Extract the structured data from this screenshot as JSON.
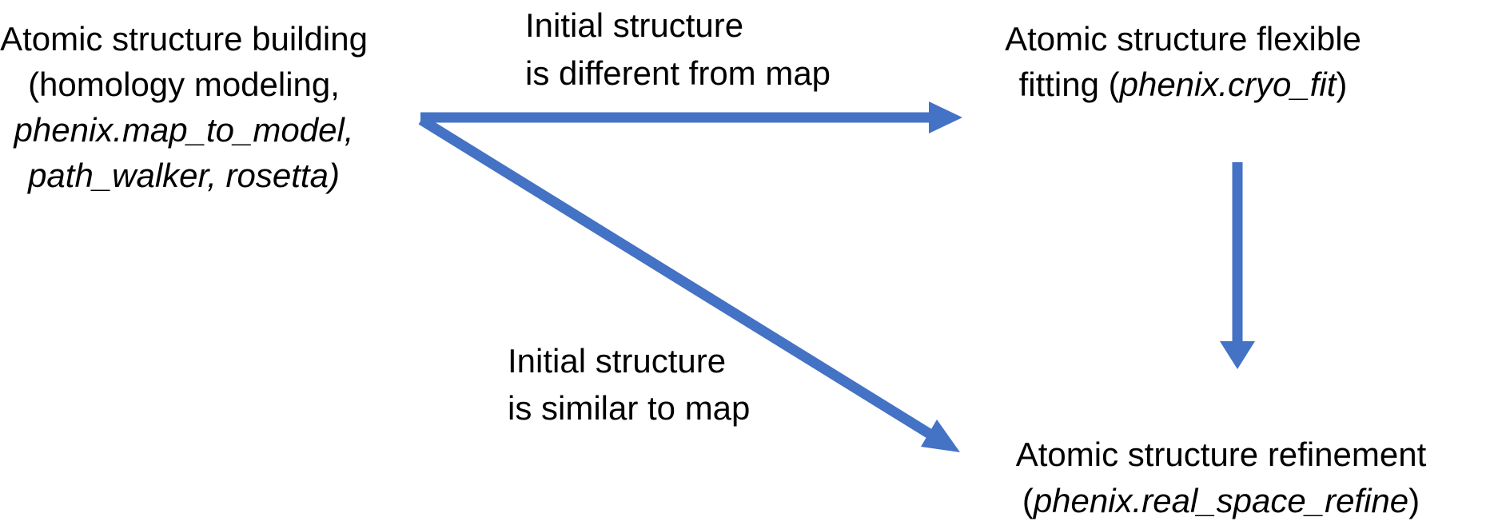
{
  "canvas": {
    "background": "#ffffff",
    "text_color": "#000000",
    "arrow_color": "#4472C4"
  },
  "nodes": {
    "building": {
      "line1": "Atomic structure building",
      "line2": "(homology modeling,",
      "line3": "phenix.map_to_model,",
      "line4": "path_walker, rosetta)"
    },
    "flexible_fitting": {
      "line1": "Atomic structure flexible",
      "line2_pre": "fitting (",
      "line2_italic": "phenix.cryo_fit",
      "line2_post": ")"
    },
    "refinement": {
      "line1": "Atomic structure refinement",
      "line2_pre": "(",
      "line2_italic": "phenix.real_space_refine",
      "line2_post": ")"
    }
  },
  "edge_labels": {
    "different": {
      "line1": "Initial structure",
      "line2": "is different from map"
    },
    "similar": {
      "line1": "Initial structure",
      "line2": "is similar to map"
    }
  },
  "edges": [
    {
      "from": "building",
      "to": "flexible_fitting",
      "condition": "Initial structure is different from map",
      "direction": "right"
    },
    {
      "from": "building",
      "to": "refinement",
      "condition": "Initial structure is similar to map",
      "direction": "down-right"
    },
    {
      "from": "flexible_fitting",
      "to": "refinement",
      "condition": "",
      "direction": "down"
    }
  ]
}
